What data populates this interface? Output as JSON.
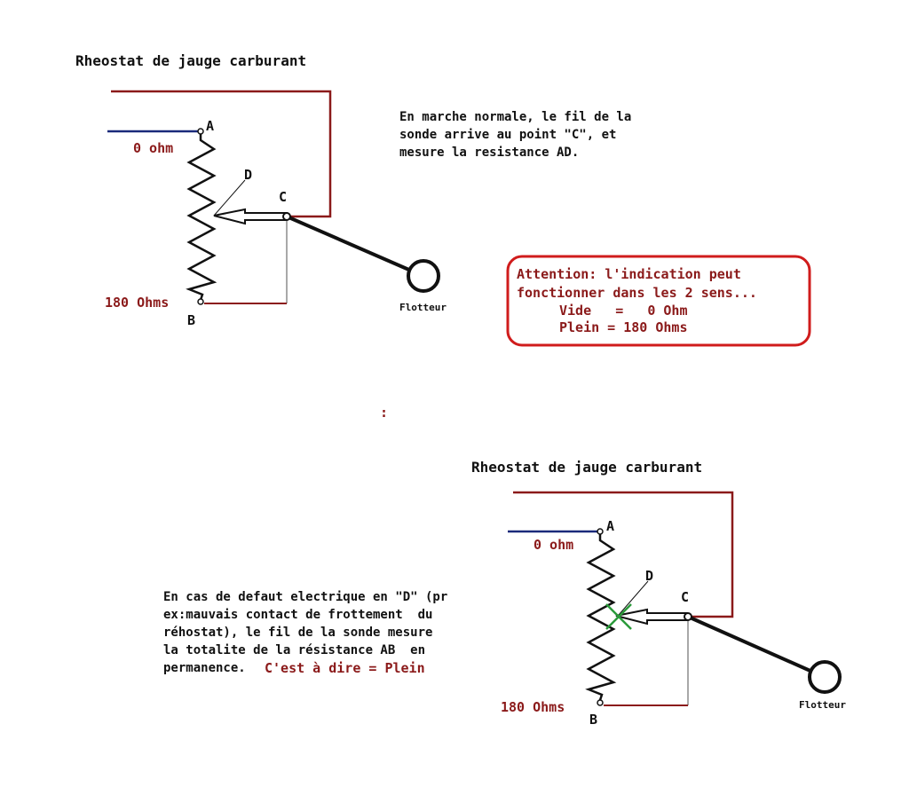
{
  "colors": {
    "dark_red": "#8b1a1a",
    "navy": "#1a2a7a",
    "box_red": "#d01c1c",
    "cross_green": "#2a9a3a",
    "gray": "#8a8a8a"
  },
  "diagram1": {
    "title": "Rheostat de jauge carburant",
    "point_a": "A",
    "point_b": "B",
    "point_c": "C",
    "point_d": "D",
    "label_0_ohm": "0 ohm",
    "label_180_ohms": "180 Ohms",
    "float_label": "Flotteur",
    "description": [
      "En marche normale, le fil de la",
      "sonde arrive au point \"C\", et",
      "mesure la resistance AD."
    ]
  },
  "attention_box": {
    "lines": [
      "Attention: l'indication peut",
      "fonctionner dans les 2 sens...",
      "Vide   =   0 Ohm",
      "Plein = 180 Ohms"
    ]
  },
  "separator": ":",
  "diagram2": {
    "title": "Rheostat de jauge carburant",
    "point_a": "A",
    "point_b": "B",
    "point_c": "C",
    "point_d": "D",
    "label_0_ohm": "0 ohm",
    "label_180_ohms": "180 Ohms",
    "float_label": "Flotteur",
    "description": [
      "En cas de defaut electrique en \"D\" (pr",
      "ex:mauvais contact de frottement  du",
      "réhostat), le fil de la sonde mesure",
      "la totalite de la résistance AB  en",
      "permanence."
    ],
    "conclusion": "C'est à dire = Plein"
  }
}
